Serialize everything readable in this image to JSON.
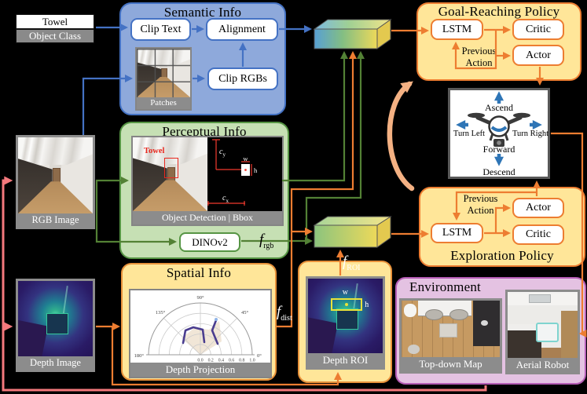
{
  "colors": {
    "background": "#000000",
    "semantic_fill": "#8EA9DB",
    "semantic_border": "#4472C4",
    "perceptual_fill": "#C6E0B4",
    "perceptual_border": "#569544",
    "policy_fill": "#FFE699",
    "policy_border": "#ED7D31",
    "environment_fill": "#E4C2E2",
    "environment_border": "#B55CB5",
    "arrow_blue": "#4472C4",
    "arrow_green": "#538135",
    "arrow_orange": "#ED7D31",
    "arrow_pink": "#F4797D",
    "arrow_curve": "#F4B183",
    "action_blue": "#2E75B6",
    "caption_bg": "#8c8c8c",
    "bbox_red": "#e8281e",
    "roi_yellow": "#e8e33a"
  },
  "object_class": {
    "value": "Towel",
    "label": "Object Class"
  },
  "semantic": {
    "title": "Semantic Info",
    "clip_text": "Clip Text",
    "alignment": "Alignment",
    "clip_rgbs": "Clip RGBs",
    "patches": "Patches"
  },
  "inputs": {
    "rgb": "RGB Image",
    "depth": "Depth Image"
  },
  "perceptual": {
    "title": "Perceptual Info",
    "towel": "Towel",
    "caption": "Object Detection | Bbox",
    "dino": "DINOv2",
    "c": "c",
    "y": "y",
    "x": "x",
    "w": "w",
    "h": "h",
    "f": "f",
    "f_sub": "rgb"
  },
  "spatial": {
    "title": "Spatial Info",
    "caption": "Depth Projection",
    "f": "f",
    "f_sub": "dist"
  },
  "polar": {
    "angles": [
      "0°",
      "45°",
      "90°",
      "135°",
      "180°"
    ],
    "ticks": [
      "0.0",
      "0.2",
      "0.4",
      "0.6",
      "0.8",
      "1.0"
    ]
  },
  "roi": {
    "caption": "Depth ROI",
    "f": "f",
    "f_sub": "ROI",
    "w": "w",
    "h": "h"
  },
  "goal_policy": {
    "title": "Goal-Reaching Policy",
    "lstm": "LSTM",
    "critic": "Critic",
    "actor": "Actor",
    "prev_1": "Previous",
    "prev_2": "Action"
  },
  "explore_policy": {
    "title": "Exploration Policy",
    "lstm": "LSTM",
    "critic": "Critic",
    "actor": "Actor",
    "prev_1": "Previous",
    "prev_2": "Action"
  },
  "actions": {
    "ascend": "Ascend",
    "descend": "Descend",
    "turn_left": "Turn Left",
    "turn_right": "Turn Right",
    "forward": "Forward"
  },
  "environment": {
    "title": "Environment",
    "map": "Top-down Map",
    "robot": "Aerial Robot"
  }
}
